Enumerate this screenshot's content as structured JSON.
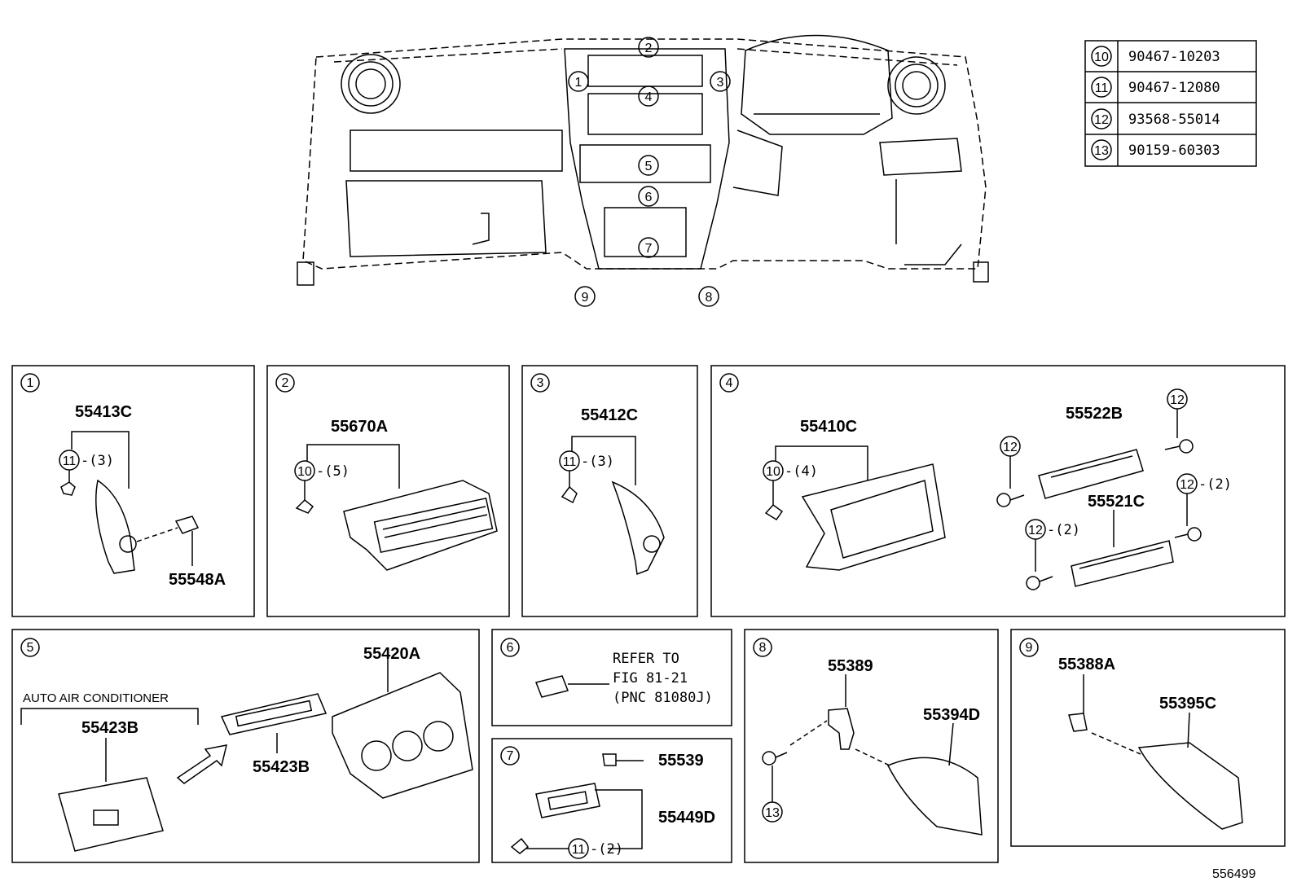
{
  "overview": {
    "callouts": [
      "1",
      "2",
      "3",
      "4",
      "5",
      "6",
      "7",
      "8",
      "9"
    ]
  },
  "parts_table": [
    {
      "ref": "10",
      "part": "90467-10203"
    },
    {
      "ref": "11",
      "part": "90467-12080"
    },
    {
      "ref": "12",
      "part": "93568-55014"
    },
    {
      "ref": "13",
      "part": "90159-60303"
    }
  ],
  "panels": [
    {
      "id": "1",
      "labels": [
        "55413C",
        "55548A"
      ],
      "refs": [
        {
          "ref": "11",
          "qty": "-(3)"
        }
      ]
    },
    {
      "id": "2",
      "labels": [
        "55670A"
      ],
      "refs": [
        {
          "ref": "10",
          "qty": "-(5)"
        }
      ]
    },
    {
      "id": "3",
      "labels": [
        "55412C"
      ],
      "refs": [
        {
          "ref": "11",
          "qty": "-(3)"
        }
      ]
    },
    {
      "id": "4",
      "labels": [
        "55410C",
        "55522B",
        "55521C"
      ],
      "refs": [
        {
          "ref": "10",
          "qty": "-(4)"
        },
        {
          "ref": "12",
          "qty": ""
        },
        {
          "ref": "12",
          "qty": ""
        },
        {
          "ref": "12",
          "qty": "-(2)"
        },
        {
          "ref": "12",
          "qty": "-(2)"
        }
      ]
    },
    {
      "id": "5",
      "labels": [
        "55420A",
        "55423B",
        "55423B"
      ],
      "note": "AUTO AIR CONDITIONER"
    },
    {
      "id": "6",
      "refer": [
        "REFER TO",
        "FIG 81-21",
        "(PNC 81080J)"
      ]
    },
    {
      "id": "7",
      "labels": [
        "55539",
        "55449D"
      ],
      "refs": [
        {
          "ref": "11",
          "qty": "-(2)"
        }
      ]
    },
    {
      "id": "8",
      "labels": [
        "55389",
        "55394D"
      ],
      "refs": [
        {
          "ref": "13",
          "qty": ""
        }
      ]
    },
    {
      "id": "9",
      "labels": [
        "55388A",
        "55395C"
      ]
    }
  ],
  "figure_number": "556499"
}
